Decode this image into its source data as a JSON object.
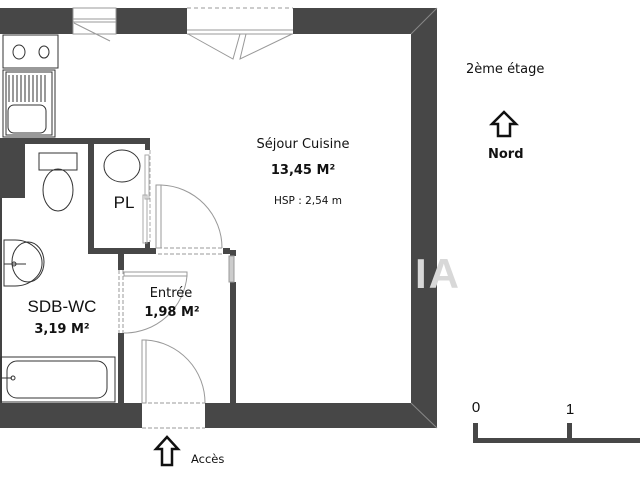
{
  "plan": {
    "floor_label": "2ème étage",
    "north_label": "Nord",
    "access_label": "Accès",
    "watermark": "IA",
    "rooms": [
      {
        "name": "Séjour Cuisine",
        "area": "13,45 M²",
        "height": "HSP : 2,54 m"
      },
      {
        "name": "SDB-WC",
        "area": "3,19 M²"
      },
      {
        "name": "Entrée",
        "area": "1,98 M²"
      },
      {
        "name": "PL"
      }
    ],
    "scale": {
      "start": "0",
      "mark": "1"
    },
    "colors": {
      "wall": "#474747",
      "line": "#444444",
      "door": "#9a9a9a",
      "background": "#ffffff"
    }
  }
}
